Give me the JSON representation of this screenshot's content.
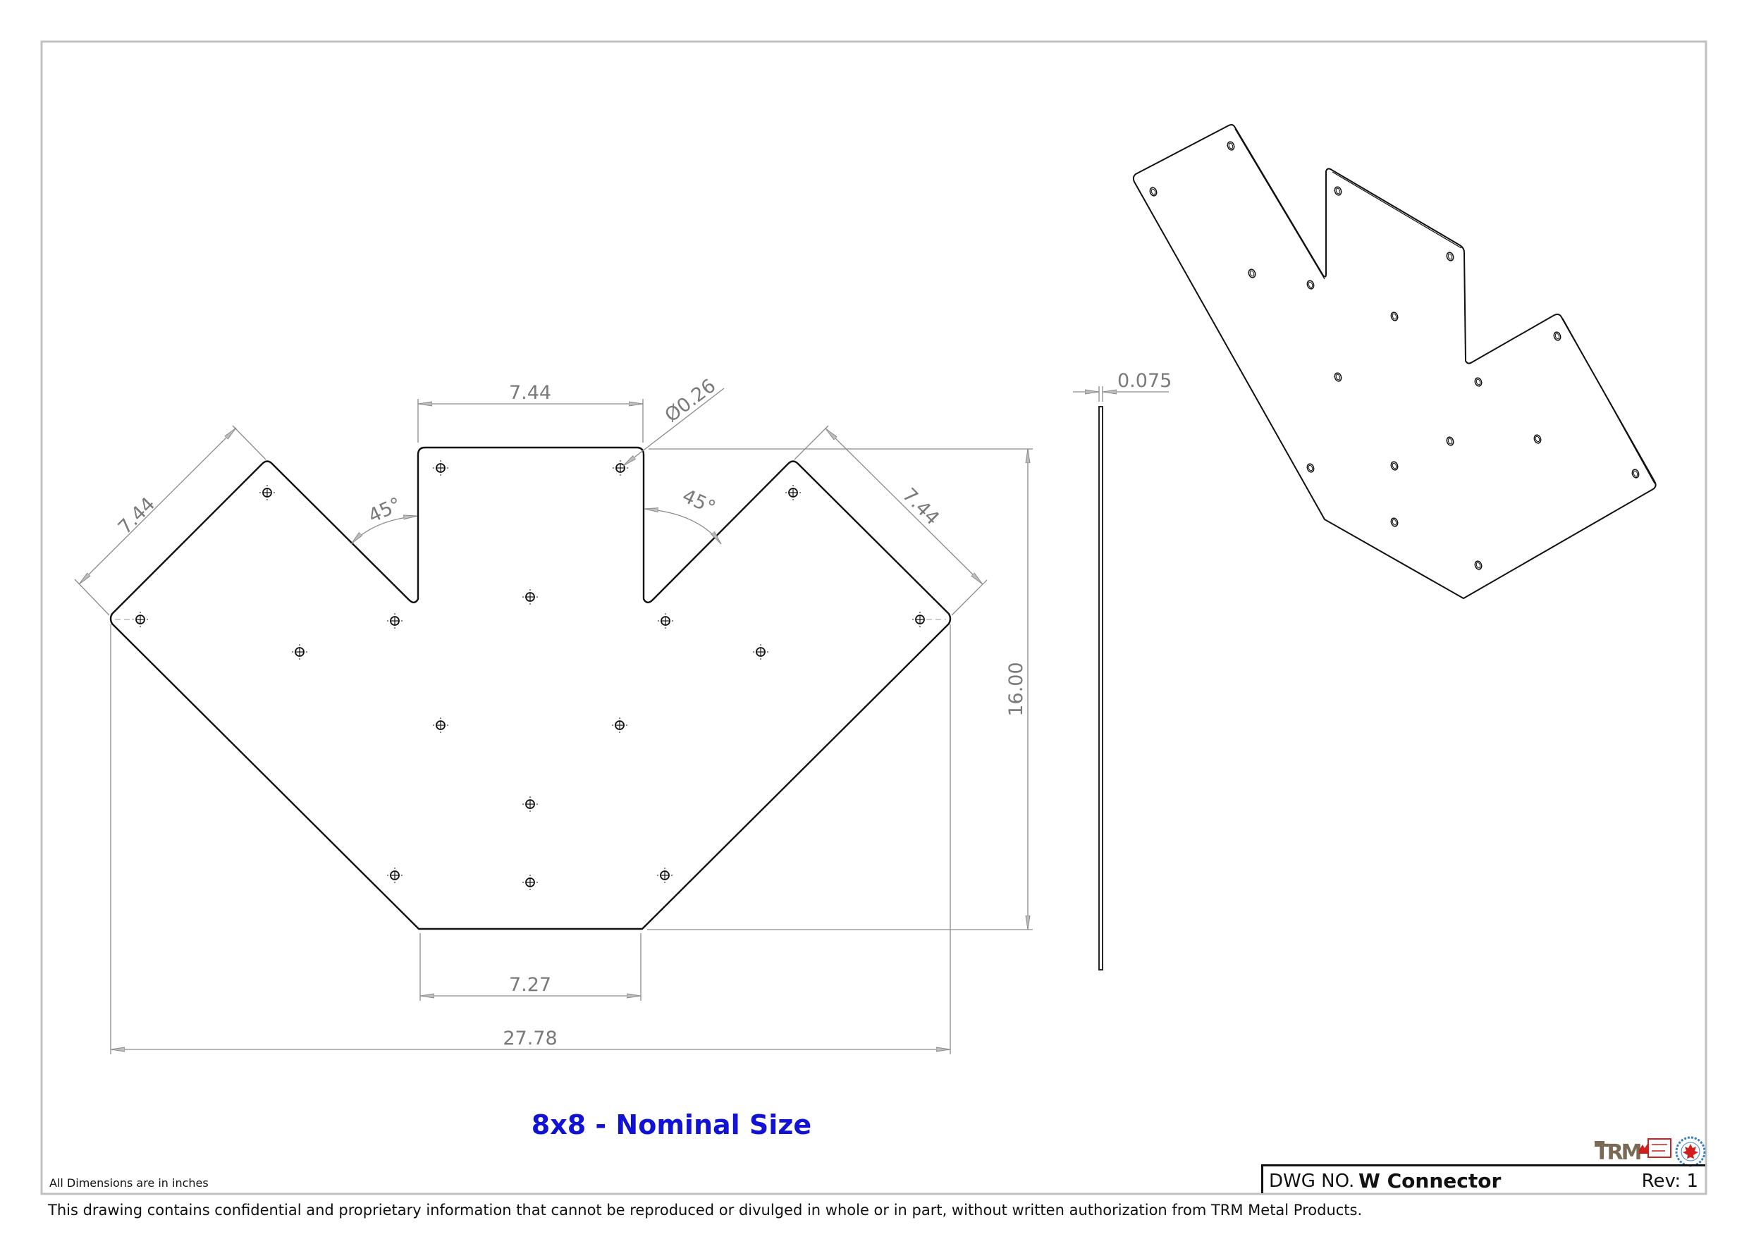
{
  "drawing": {
    "title": "8x8 - Nominal Size",
    "units_note": "All Dimensions are in inches",
    "confidentiality": "This drawing contains confidential and proprietary information that cannot be reproduced or divulged in whole or in part, without written authorization from TRM Metal Products.",
    "title_block": {
      "dwg_label": "DWG NO.",
      "dwg_value": "W Connector",
      "revision": "Rev: 1"
    },
    "logos": [
      "trm-logo",
      "made-in-canada-logo",
      "maple-leaf-emblem"
    ]
  },
  "dimensions": {
    "top_tab_width": "7.44",
    "hole_diameter": "Ø0.26",
    "left_edge": "7.44",
    "right_edge": "7.44",
    "left_angle": "45°",
    "right_angle": "45°",
    "overall_height": "16.00",
    "bottom_width": "7.27",
    "overall_width": "27.78",
    "thickness": "0.075"
  },
  "colors": {
    "outline": "#111111",
    "dimension": "#8a8a8a",
    "border": "#c0c0c0",
    "title": "#1212d4"
  }
}
